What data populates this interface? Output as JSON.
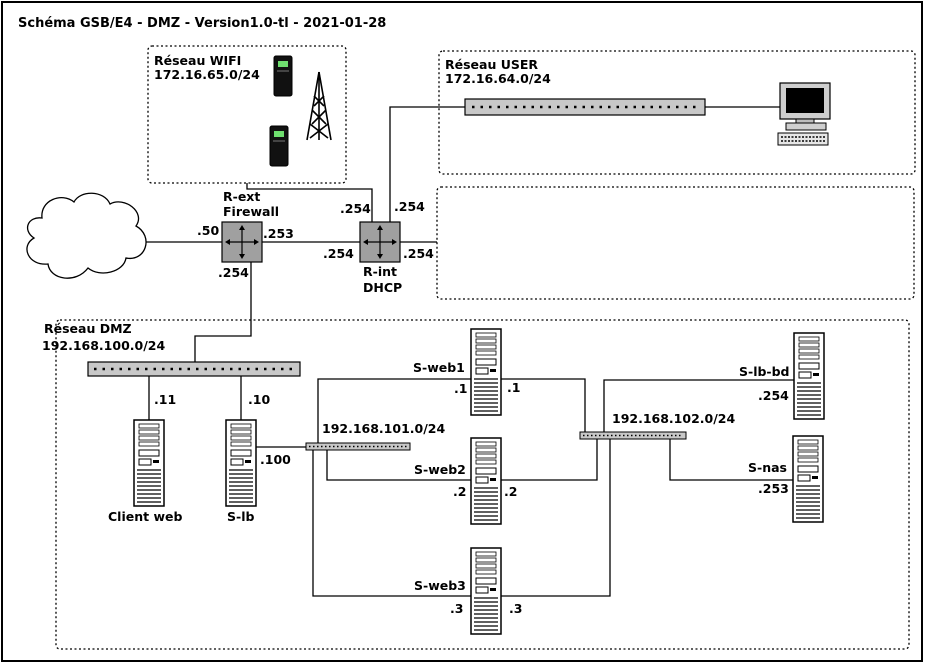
{
  "title": "Schéma GSB/E4 - DMZ - Version1.0-tl - 2021-01-28",
  "zones": {
    "wifi": {
      "name": "Réseau WIFI",
      "subnet": "172.16.65.0/24"
    },
    "user": {
      "name": "Réseau USER",
      "subnet": "172.16.64.0/24"
    },
    "dmz": {
      "name": "Réseau DMZ",
      "subnet": "192.168.100.0/24"
    }
  },
  "routers": {
    "rext": {
      "name": "R-ext",
      "role": "Firewall"
    },
    "rint": {
      "name": "R-int",
      "role": "DHCP"
    }
  },
  "subnets": {
    "web": "192.168.101.0/24",
    "backend": "192.168.102.0/24"
  },
  "servers": {
    "client": "Client web",
    "slb": "S-lb",
    "web1": "S-web1",
    "web2": "S-web2",
    "web3": "S-web3",
    "lbbd": "S-lb-bd",
    "nas": "S-nas"
  },
  "addresses": {
    "rext_inet": ".50",
    "rext_link": ".253",
    "rext_dmz": ".254",
    "rext_wifi": ".254",
    "rint_link": ".254",
    "rint_user": ".254",
    "rint_right": ".254",
    "client": ".11",
    "slb_dmz": ".10",
    "slb_web": ".100",
    "web1_a": ".1",
    "web1_b": ".1",
    "web2_a": ".2",
    "web2_b": ".2",
    "web3_a": ".3",
    "web3_b": ".3",
    "lbbd": ".254",
    "nas": ".253"
  }
}
